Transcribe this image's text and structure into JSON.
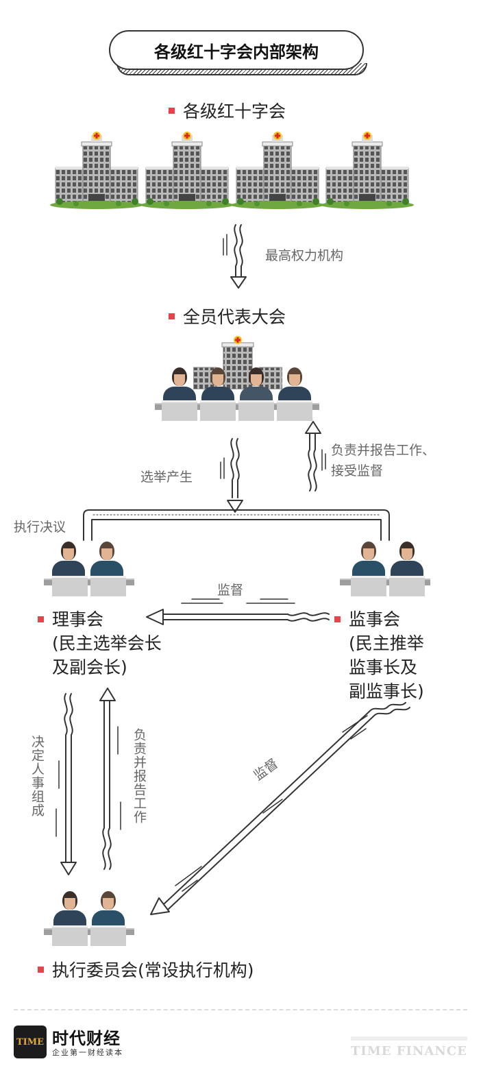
{
  "title": "各级红十字会内部架构",
  "nodes": {
    "red_cross_all_levels": "各级红十字会",
    "general_assembly": "全员代表大会",
    "council_lines": [
      "理事会",
      "(民主选举会长",
      "及副会长)"
    ],
    "supervisory_lines": [
      "监事会",
      "(民主推举",
      "监事长及",
      "副监事长)"
    ],
    "executive_committee": "执行委员会(常设执行机构)"
  },
  "edges": {
    "highest_authority": "最高权力机构",
    "elected": "选举产生",
    "report_accept_supervision_lines": [
      "负责并报告工作、",
      "接受监督"
    ],
    "execute_resolutions": "执行决议",
    "supervise_council": "监督",
    "decide_personnel": "决定人事组成",
    "report_work": "负责并报告工作",
    "supervise_executive": "监督"
  },
  "footer": {
    "logo_text": "TIME",
    "brand_name": "时代财经",
    "brand_slogan": "企业第一财经读本",
    "english_brand": "TIME FINANCE"
  },
  "colors": {
    "bullet": "#e8424a",
    "arrow": "#333333",
    "label": "#666666",
    "logo_gold": "#e2a73a"
  }
}
